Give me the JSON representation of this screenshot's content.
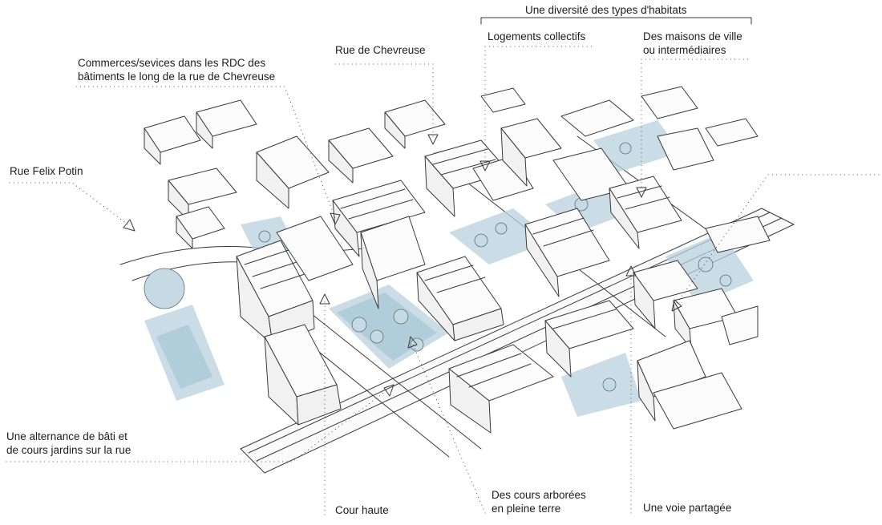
{
  "header": {
    "bracket_title": "Une diversité des types d'habitats"
  },
  "labels": {
    "commerces": "Commerces/sevices dans les RDC des\nbâtiments le long de la rue de Chevreuse",
    "rue_chevreuse": "Rue de Chevreuse",
    "logements_collectifs": "Logements collectifs",
    "maisons_ville": "Des maisons de ville\nou intermédiaires",
    "rue_felix_potin": "Rue Felix Potin",
    "alternance": "Une alternance de bâti et\nde cours jardins sur la rue",
    "cour_haute": "Cour haute",
    "cours_arborees": "Des cours arborées\nen pleine terre",
    "voie_partagee": "Une voie partagée"
  },
  "colors": {
    "ink": "#1c1c1c",
    "leader": "#111111",
    "watercolor": "#b8d1de"
  }
}
